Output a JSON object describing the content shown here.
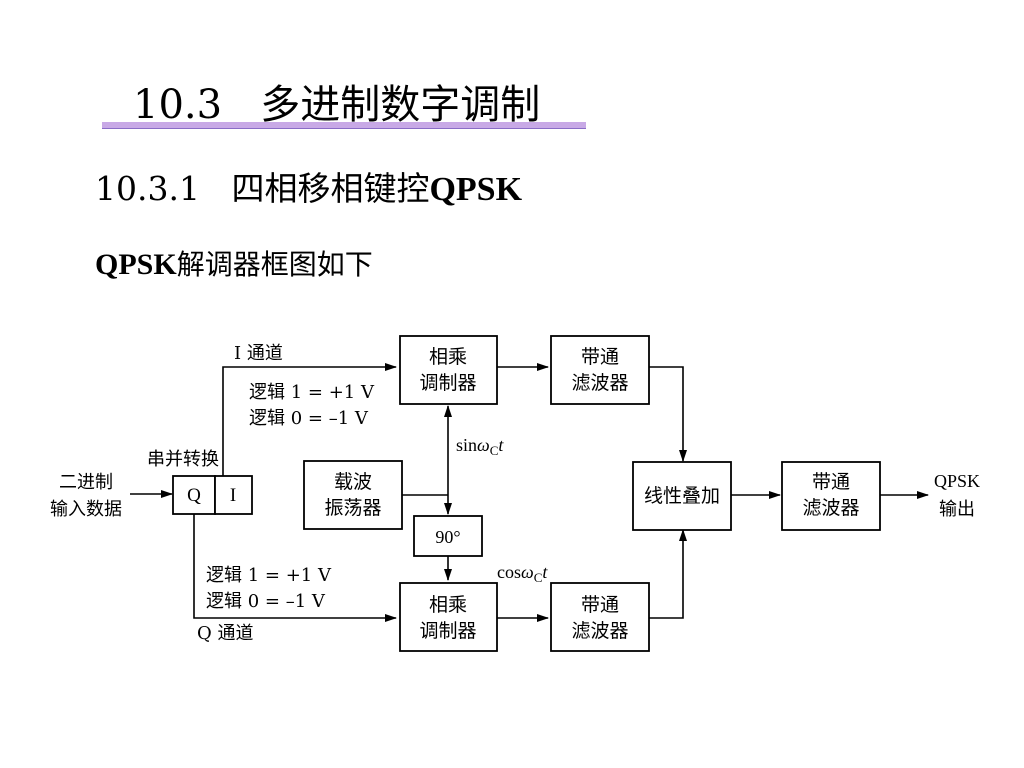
{
  "heading": {
    "section": "10.3",
    "section_title": "多进制数字调制",
    "subsection": "10.3.1",
    "subsection_title_cn": "四相移相键控",
    "subsection_title_latin": "QPSK",
    "caption_latin": "QPSK",
    "caption_cn": "解调器框图如下"
  },
  "diagram": {
    "input_label_1": "二进制",
    "input_label_2": "输入数据",
    "sp_label": "串并转换",
    "sp_q": "Q",
    "sp_i": "I",
    "i_channel": "I 通道",
    "i_logic_1": "逻辑 1 = +1 V",
    "i_logic_0": "逻辑 0 = –1 V",
    "q_logic_1": "逻辑 1 = +1 V",
    "q_logic_0": "逻辑 0 = –1 V",
    "q_channel": "Q 通道",
    "mult_top_1": "相乘",
    "mult_top_2": "调制器",
    "mult_bot_1": "相乘",
    "mult_bot_2": "调制器",
    "bpf_top_1": "带通",
    "bpf_top_2": "滤波器",
    "bpf_bot_1": "带通",
    "bpf_bot_2": "滤波器",
    "osc_1": "载波",
    "osc_2": "振荡器",
    "phase_shift": "90°",
    "sin_label_pre": "sin",
    "cos_label_pre": "cos",
    "omega": "ω",
    "carrier_sub": "C",
    "t_var": "t",
    "adder": "线性叠加",
    "bpf_out_1": "带通",
    "bpf_out_2": "滤波器",
    "output_1": "QPSK",
    "output_2": "输出"
  }
}
